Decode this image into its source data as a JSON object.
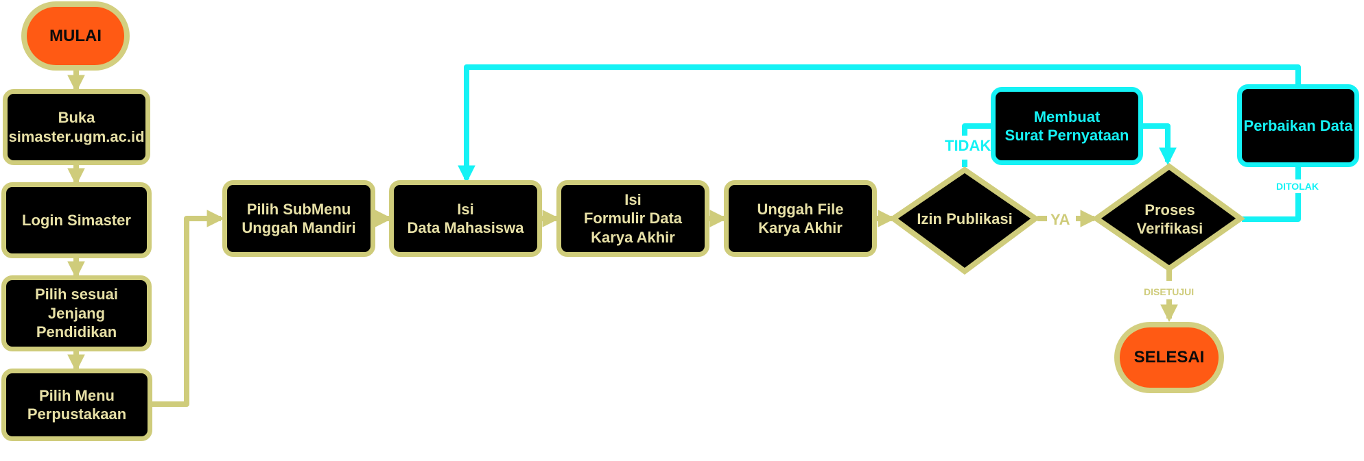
{
  "nodes": {
    "start": "MULAI",
    "open_site": "Buka\nsimaster.ugm.ac.id",
    "login": "Login Simaster",
    "choose_level": "Pilih sesuai\nJenjang Pendidikan",
    "choose_library": "Pilih Menu\nPerpustakaan",
    "choose_submenu": "Pilih SubMenu\nUnggah Mandiri",
    "fill_student": "Isi\nData Mahasiswa",
    "fill_form": "Isi\nFormulir Data\nKarya Akhir",
    "upload_file": "Unggah File\nKarya Akhir",
    "publish_permit": "Izin Publikasi",
    "make_statement": "Membuat\nSurat Pernyataan",
    "verification": "Proses\nVerifikasi",
    "fix_data": "Perbaikan Data",
    "end": "SELESAI"
  },
  "edge_labels": {
    "no": "TIDAK",
    "yes": "YA",
    "rejected": "DITOLAK",
    "approved": "DISETUJUI"
  },
  "colors": {
    "main_line": "#cfcc7b",
    "revision_line": "#15f2f5",
    "terminal_fill": "#ff5a14",
    "process_fill": "#000000"
  }
}
